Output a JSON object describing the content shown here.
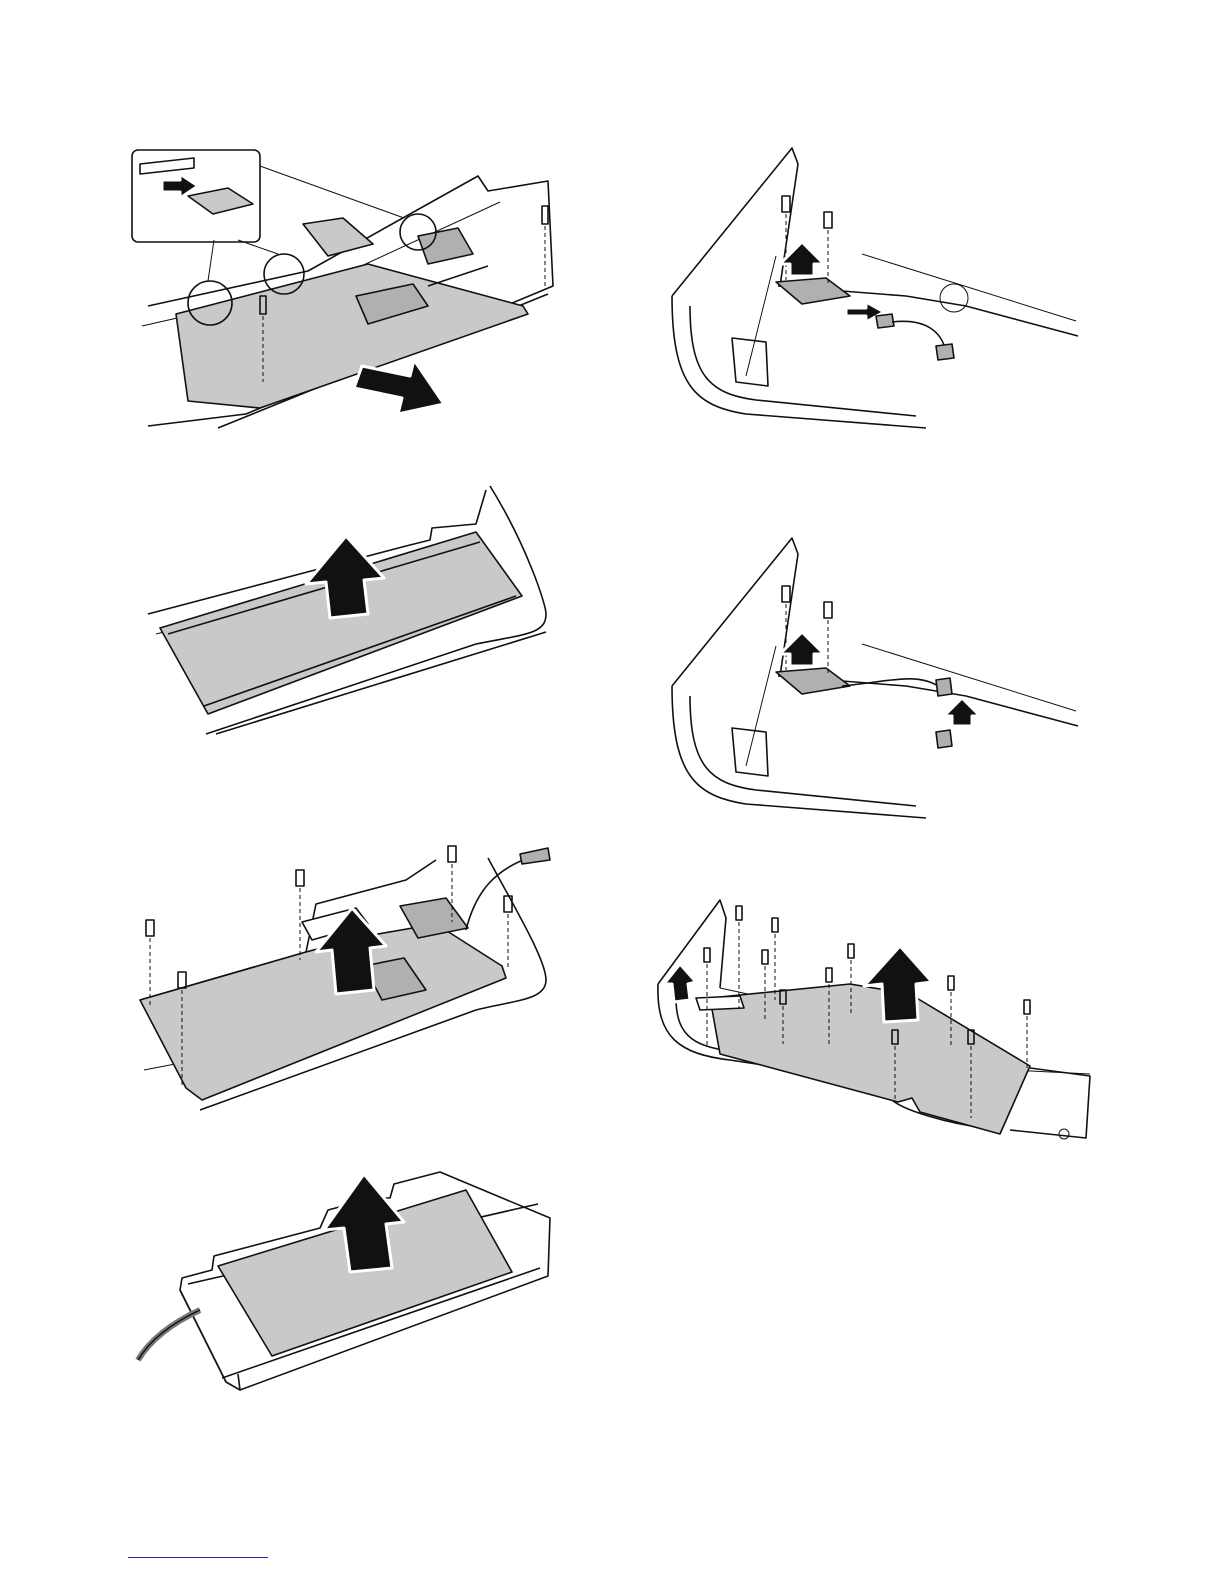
{
  "page": {
    "background": "#ffffff",
    "footer_rule_color": "#1d2ba8"
  },
  "figures": [
    {
      "name": "pwb-board-slide-out",
      "icon": "disassembly-illustration"
    },
    {
      "name": "sensor-board-screws-and-connector",
      "icon": "disassembly-illustration"
    },
    {
      "name": "shield-plate-lift",
      "icon": "disassembly-illustration"
    },
    {
      "name": "sensor-board-lift-and-harness",
      "icon": "disassembly-illustration"
    },
    {
      "name": "bracket-screws-lift",
      "icon": "disassembly-illustration"
    },
    {
      "name": "control-board-screws-lift",
      "icon": "disassembly-illustration"
    },
    {
      "name": "panel-sheet-lift",
      "icon": "disassembly-illustration"
    }
  ]
}
